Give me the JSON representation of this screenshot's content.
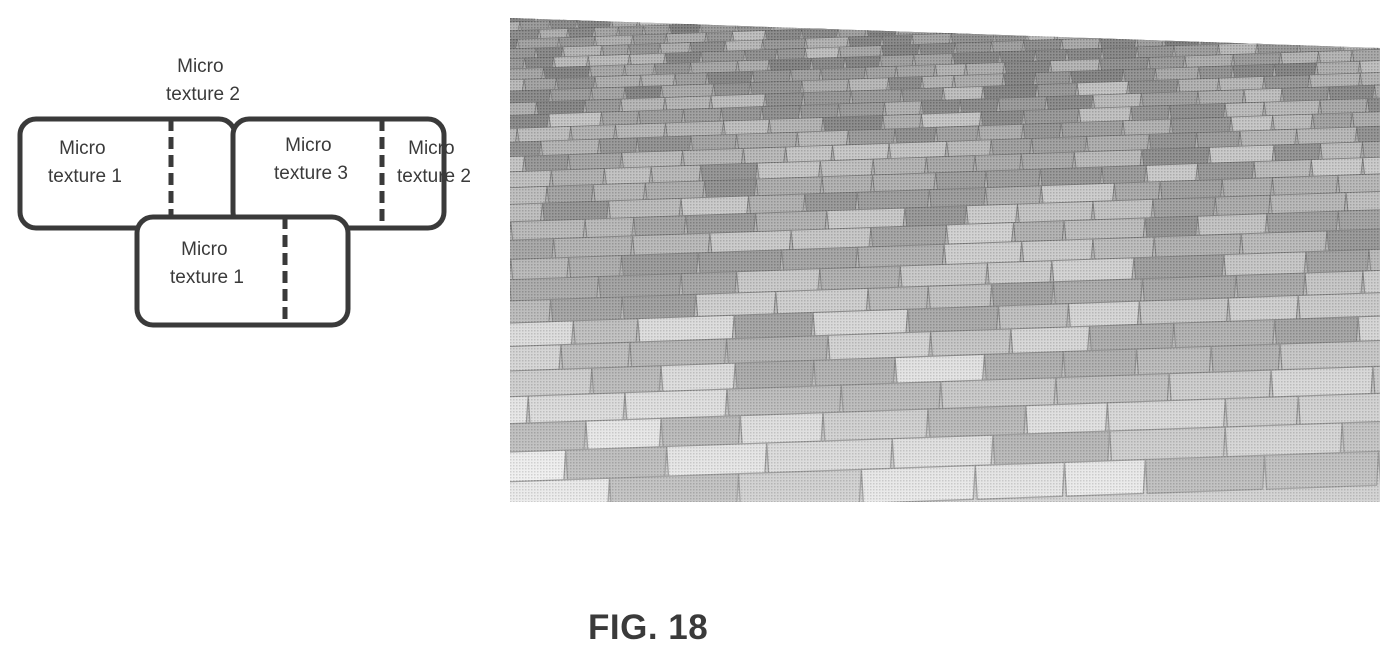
{
  "tiles": [
    {
      "id": "left",
      "label_lines": [
        "Micro",
        "texture 1"
      ]
    },
    {
      "id": "right",
      "label_lines": [
        "Micro",
        "texture 3"
      ]
    },
    {
      "id": "bottom",
      "label_lines": [
        "Micro",
        "texture 1"
      ]
    }
  ],
  "callouts": {
    "top": [
      "Micro",
      "texture 2"
    ],
    "right_side": [
      "Micro",
      "texture 2"
    ]
  },
  "figure_label": "FIG. 18",
  "colors": {
    "outline": "#3a3a3a",
    "text": "#3a3a3a",
    "background": "#ffffff"
  }
}
